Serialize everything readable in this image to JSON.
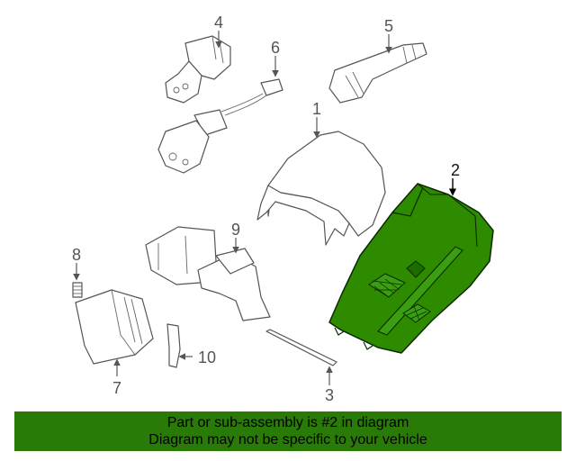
{
  "diagram": {
    "callouts": [
      {
        "id": "4",
        "label": "4"
      },
      {
        "id": "5",
        "label": "5"
      },
      {
        "id": "6",
        "label": "6"
      },
      {
        "id": "1",
        "label": "1"
      },
      {
        "id": "2",
        "label": "2"
      },
      {
        "id": "9",
        "label": "9"
      },
      {
        "id": "8",
        "label": "8"
      },
      {
        "id": "10",
        "label": "10"
      },
      {
        "id": "7",
        "label": "7"
      },
      {
        "id": "3",
        "label": "3"
      }
    ],
    "highlighted_part": "2",
    "colors": {
      "highlight": "#2e8b00",
      "banner": "#2a7a08",
      "line": "#555555"
    }
  },
  "banner": {
    "line1": "Part or sub-assembly is #2 in diagram",
    "line2": "Diagram may not be specific to your vehicle"
  }
}
